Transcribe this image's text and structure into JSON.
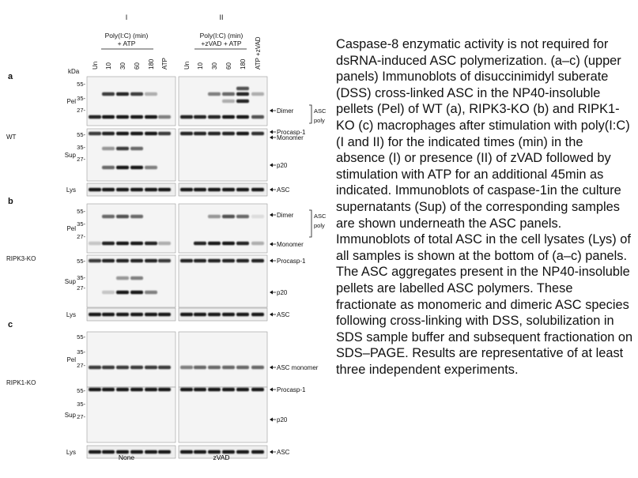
{
  "figure": {
    "groups": {
      "left": {
        "numeral": "I",
        "condition": "Poly(I:C) (min)",
        "condition2": "+ ATP"
      },
      "right": {
        "numeral": "II",
        "condition": "Poly(I:C) (min)",
        "condition2": "+zVAD + ATP"
      }
    },
    "kda_label": "kDa",
    "lanes_left": [
      "Un",
      "10",
      "30",
      "60",
      "180",
      "ATP"
    ],
    "lanes_right": [
      "Un",
      "10",
      "30",
      "60",
      "180",
      "ATP +zVAD"
    ],
    "bottom_labels": {
      "left": "None",
      "right": "zVAD"
    },
    "panels": [
      {
        "letter": "a",
        "genotype": "WT",
        "rows": [
          {
            "label": "Pel",
            "mw": [
              "55-",
              "35-",
              "27-"
            ],
            "annotations": [
              "Dimer",
              "Monomer"
            ],
            "bracket": [
              "ASC",
              "poly"
            ]
          },
          {
            "label": "Sup",
            "mw": [
              "55-",
              "35-",
              "27-"
            ],
            "annotations": [
              "Procasp-1",
              "p20"
            ]
          },
          {
            "label": "Lys",
            "mw": [],
            "annotations": [
              "ASC"
            ]
          }
        ]
      },
      {
        "letter": "b",
        "genotype": "RIPK3-KO",
        "rows": [
          {
            "label": "Pel",
            "mw": [
              "55-",
              "35-",
              "27-"
            ],
            "annotations": [
              "Dimer",
              "Monomer"
            ],
            "bracket": [
              "ASC",
              "poly"
            ]
          },
          {
            "label": "Sup",
            "mw": [
              "55-",
              "35-",
              "27-"
            ],
            "annotations": [
              "Procasp-1",
              "p20"
            ]
          },
          {
            "label": "Lys",
            "mw": [],
            "annotations": [
              "ASC"
            ]
          }
        ]
      },
      {
        "letter": "c",
        "genotype": "RIPK1-KO",
        "rows": [
          {
            "label": "Pel",
            "mw": [
              "55-",
              "35-",
              "27-"
            ],
            "annotations": [
              "ASC monomer"
            ]
          },
          {
            "label": "Sup",
            "mw": [
              "55-",
              "35-",
              "27-"
            ],
            "annotations": [
              "Procasp-1",
              "p20"
            ]
          },
          {
            "label": "Lys",
            "mw": [],
            "annotations": [
              "ASC"
            ]
          }
        ]
      }
    ]
  },
  "caption": "Caspase-8 enzymatic activity is not required for dsRNA-induced ASC polymerization. (a–c) (upper panels) Immunoblots of disuccinimidyl suberate (DSS) cross-linked ASC in the NP40-insoluble pellets (Pel) of WT (a), RIPK3-KO (b) and RIPK1-KO (c) macrophages after stimulation with poly(I:C) (I and II) for the indicated times (min) in the absence (I) or presence (II) of zVAD followed by stimulation with ATP for an additional 45min as indicated. Immunoblots of caspase-1in the culture supernatants (Sup) of the corresponding samples are shown underneath the ASC panels. Immunoblots of total ASC in the cell lysates (Lys) of all samples is shown at the bottom of (a–c) panels. The ASC aggregates present in the NP40-insoluble pellets are labelled ASC polymers. These fractionate as monomeric and dimeric ASC species following cross-linking with DSS, solubilization in SDS sample buffer and subsequent fractionation on SDS–PAGE. Results are representative of at least three independent experiments."
}
